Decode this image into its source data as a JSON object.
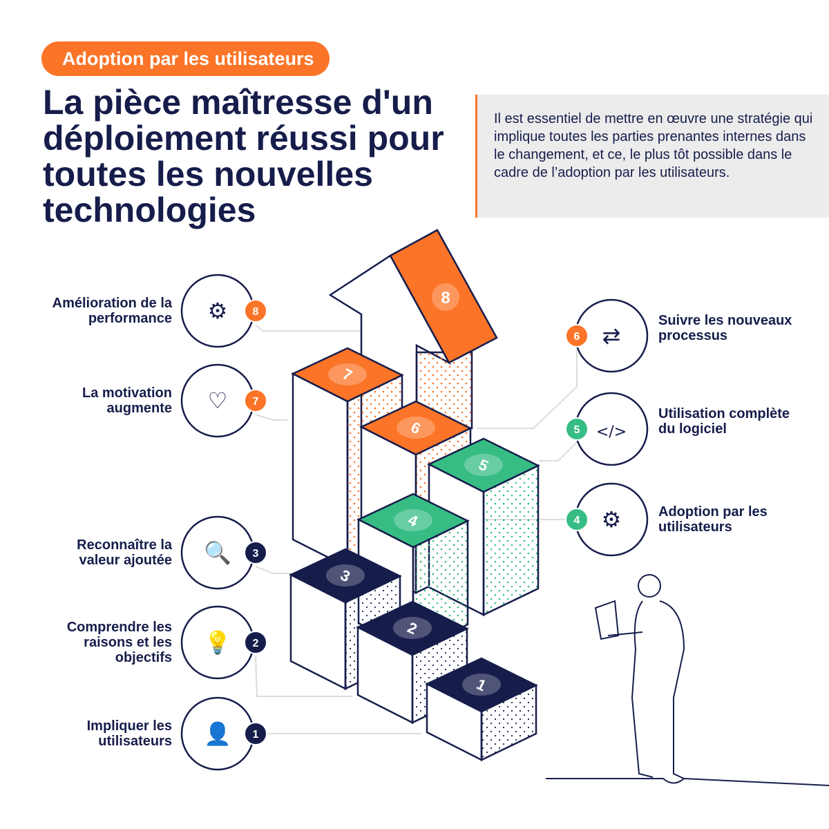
{
  "header": {
    "tag": "Adoption par les utilisateurs",
    "title": "La pièce maîtresse d'un déploiement réussi pour toutes les nouvelles technologies",
    "intro": "Il est essentiel de mettre en œuvre une stratégie qui implique toutes les parties prenantes internes dans le changement, et ce, le plus tôt possible dans le cadre de l’adoption par les utilisateurs."
  },
  "colors": {
    "navy": "#161d4b",
    "orange": "#fb7427",
    "green": "#37bd84",
    "line": "#dcdcdc"
  },
  "steps": [
    {
      "num": "1",
      "label": "Impliquer les utilisateurs",
      "icon": "user-add-icon"
    },
    {
      "num": "2",
      "label": "Comprendre les raisons et les objectifs",
      "icon": "lightbulb-gear-icon"
    },
    {
      "num": "3",
      "label": "Reconnaître la valeur ajoutée",
      "icon": "magnifier-check-icon"
    },
    {
      "num": "4",
      "label": "Adoption par les utilisateurs",
      "icon": "gear-check-icon"
    },
    {
      "num": "5",
      "label": "Utilisation complète du logiciel",
      "icon": "monitor-code-icon"
    },
    {
      "num": "6",
      "label": "Suivre les nouveaux processus",
      "icon": "process-flow-icon"
    },
    {
      "num": "7",
      "label": "La motivation augmente",
      "icon": "heart-arrow-icon"
    },
    {
      "num": "8",
      "label": "Amélioration de la performance",
      "icon": "gear-arrow-icon"
    }
  ]
}
